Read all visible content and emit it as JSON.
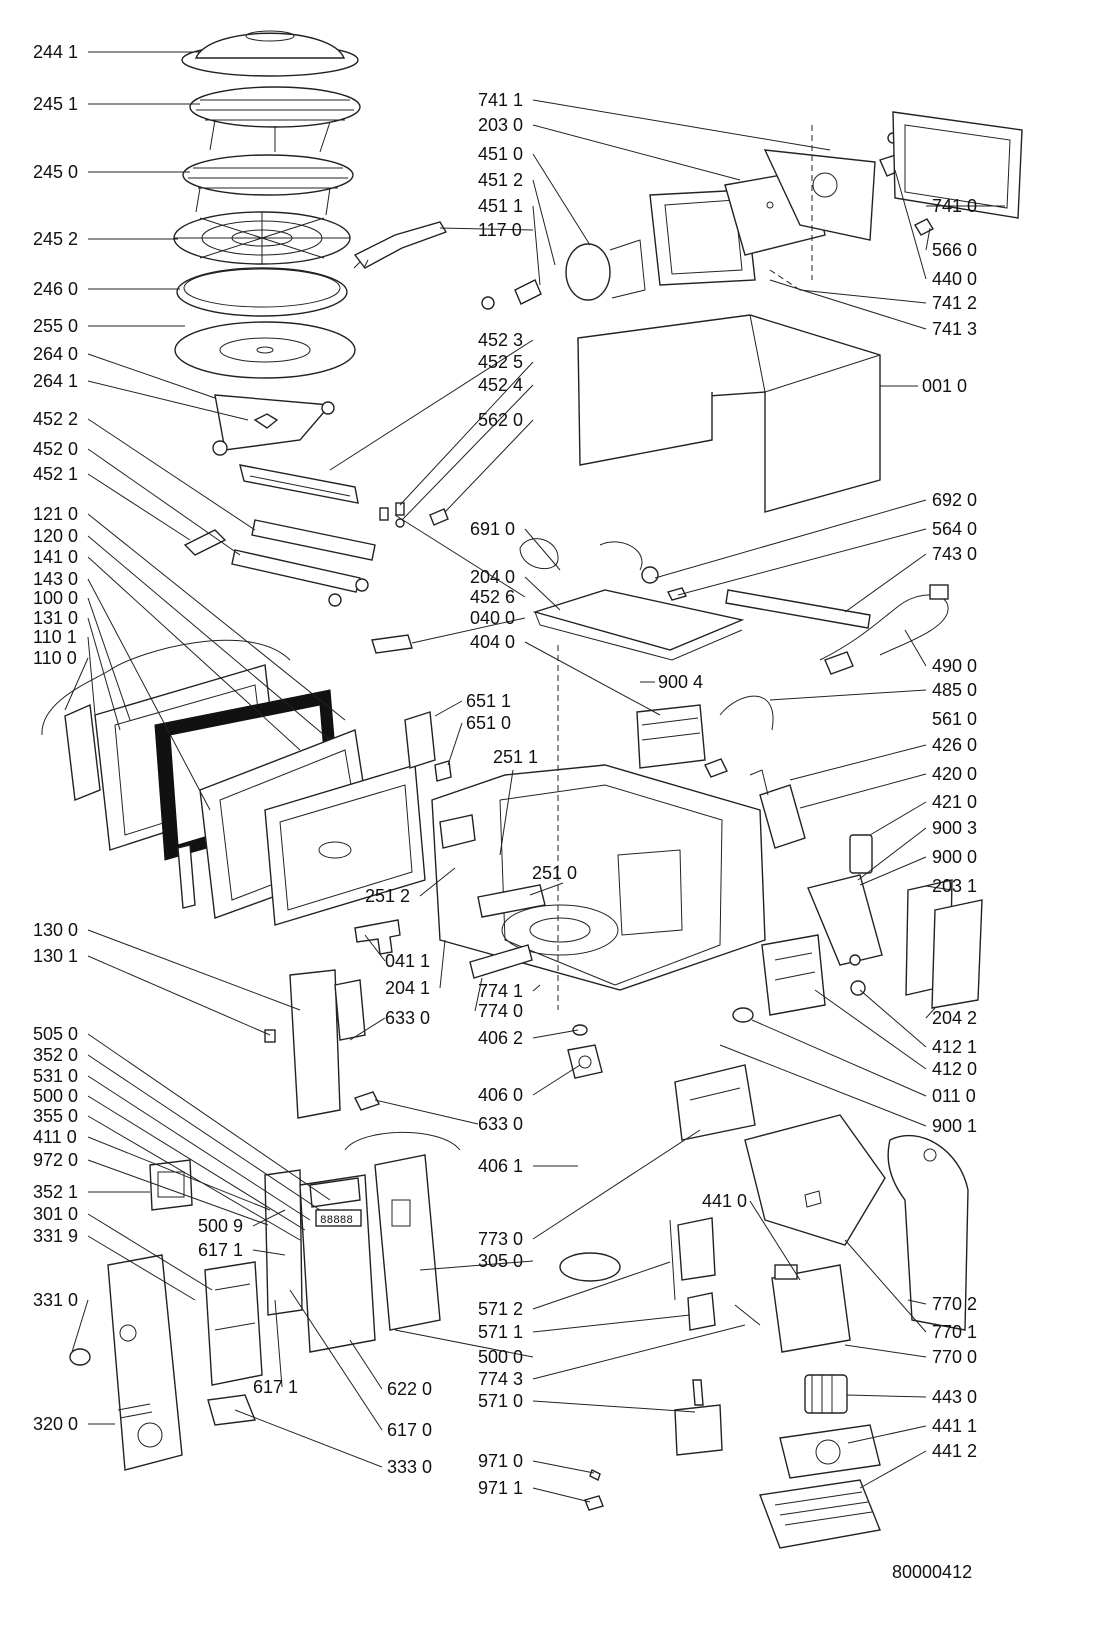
{
  "drawing_number": "80000412",
  "callouts": [
    {
      "id": "c2441",
      "text": "244 1"
    },
    {
      "id": "c2451",
      "text": "245 1"
    },
    {
      "id": "c2450",
      "text": "245 0"
    },
    {
      "id": "c2452",
      "text": "245 2"
    },
    {
      "id": "c2460",
      "text": "246 0"
    },
    {
      "id": "c2550",
      "text": "255 0"
    },
    {
      "id": "c2640",
      "text": "264 0"
    },
    {
      "id": "c2641",
      "text": "264 1"
    },
    {
      "id": "c4522",
      "text": "452 2"
    },
    {
      "id": "c4520",
      "text": "452 0"
    },
    {
      "id": "c4521",
      "text": "452 1"
    },
    {
      "id": "c1210",
      "text": "121 0"
    },
    {
      "id": "c1200",
      "text": "120 0"
    },
    {
      "id": "c1410",
      "text": "141 0"
    },
    {
      "id": "c1430",
      "text": "143 0"
    },
    {
      "id": "c1000",
      "text": "100 0"
    },
    {
      "id": "c1310",
      "text": "131 0"
    },
    {
      "id": "c1101",
      "text": "110 1"
    },
    {
      "id": "c1100",
      "text": "110 0"
    },
    {
      "id": "c1300",
      "text": "130 0"
    },
    {
      "id": "c1301",
      "text": "130 1"
    },
    {
      "id": "c5050",
      "text": "505 0"
    },
    {
      "id": "c3520",
      "text": "352 0"
    },
    {
      "id": "c5310",
      "text": "531 0"
    },
    {
      "id": "c5000a",
      "text": "500 0"
    },
    {
      "id": "c3550",
      "text": "355 0"
    },
    {
      "id": "c4110",
      "text": "411 0"
    },
    {
      "id": "c9720",
      "text": "972 0"
    },
    {
      "id": "c3521",
      "text": "352 1"
    },
    {
      "id": "c3010",
      "text": "301 0"
    },
    {
      "id": "c3319",
      "text": "331 9"
    },
    {
      "id": "c3310",
      "text": "331 0"
    },
    {
      "id": "c3200",
      "text": "320 0"
    },
    {
      "id": "c7411",
      "text": "741 1"
    },
    {
      "id": "c2030",
      "text": "203 0"
    },
    {
      "id": "c4510",
      "text": "451 0"
    },
    {
      "id": "c4512",
      "text": "451 2"
    },
    {
      "id": "c4511",
      "text": "451 1"
    },
    {
      "id": "c1170",
      "text": "117 0"
    },
    {
      "id": "c7410",
      "text": "741 0"
    },
    {
      "id": "c5660",
      "text": "566 0"
    },
    {
      "id": "c4400",
      "text": "440 0"
    },
    {
      "id": "c7412",
      "text": "741 2"
    },
    {
      "id": "c7413",
      "text": "741 3"
    },
    {
      "id": "c0010",
      "text": "001 0"
    },
    {
      "id": "c4523",
      "text": "452 3"
    },
    {
      "id": "c4525",
      "text": "452 5"
    },
    {
      "id": "c4524",
      "text": "452 4"
    },
    {
      "id": "c5620",
      "text": "562 0"
    },
    {
      "id": "c6920",
      "text": "692 0"
    },
    {
      "id": "c5640",
      "text": "564 0"
    },
    {
      "id": "c7430",
      "text": "743 0"
    },
    {
      "id": "c6910",
      "text": "691 0"
    },
    {
      "id": "c2040",
      "text": "204 0"
    },
    {
      "id": "c4526",
      "text": "452 6"
    },
    {
      "id": "c0400",
      "text": "040 0"
    },
    {
      "id": "c4040",
      "text": "404 0"
    },
    {
      "id": "c4900",
      "text": "490 0"
    },
    {
      "id": "c9004",
      "text": "900 4"
    },
    {
      "id": "c4850",
      "text": "485 0"
    },
    {
      "id": "c6511",
      "text": "651 1"
    },
    {
      "id": "c6510",
      "text": "651 0"
    },
    {
      "id": "c5610",
      "text": "561 0"
    },
    {
      "id": "c2511",
      "text": "251 1"
    },
    {
      "id": "c4260",
      "text": "426 0"
    },
    {
      "id": "c4200",
      "text": "420 0"
    },
    {
      "id": "c4210",
      "text": "421 0"
    },
    {
      "id": "c9003",
      "text": "900 3"
    },
    {
      "id": "c2510",
      "text": "251 0"
    },
    {
      "id": "c9000",
      "text": "900 0"
    },
    {
      "id": "c2512",
      "text": "251 2"
    },
    {
      "id": "c2031",
      "text": "203 1"
    },
    {
      "id": "c0411",
      "text": "041 1"
    },
    {
      "id": "c2041",
      "text": "204 1"
    },
    {
      "id": "c7741",
      "text": "774 1"
    },
    {
      "id": "c7740",
      "text": "774 0"
    },
    {
      "id": "c2042",
      "text": "204 2"
    },
    {
      "id": "c4121",
      "text": "412 1"
    },
    {
      "id": "c4120",
      "text": "412 0"
    },
    {
      "id": "c6330a",
      "text": "633 0"
    },
    {
      "id": "c4062",
      "text": "406 2"
    },
    {
      "id": "c0110",
      "text": "011 0"
    },
    {
      "id": "c4060",
      "text": "406 0"
    },
    {
      "id": "c6330b",
      "text": "633 0"
    },
    {
      "id": "c9001",
      "text": "900 1"
    },
    {
      "id": "c4061",
      "text": "406 1"
    },
    {
      "id": "c5009",
      "text": "500 9"
    },
    {
      "id": "c6171a",
      "text": "617 1"
    },
    {
      "id": "c4410",
      "text": "441 0"
    },
    {
      "id": "c7730",
      "text": "773 0"
    },
    {
      "id": "c3050",
      "text": "305 0"
    },
    {
      "id": "c5712",
      "text": "571 2"
    },
    {
      "id": "c7702",
      "text": "770 2"
    },
    {
      "id": "c5711",
      "text": "571 1"
    },
    {
      "id": "c7701",
      "text": "770 1"
    },
    {
      "id": "c5000b",
      "text": "500 0"
    },
    {
      "id": "c7700",
      "text": "770 0"
    },
    {
      "id": "c7743",
      "text": "774 3"
    },
    {
      "id": "c6171b",
      "text": "617 1"
    },
    {
      "id": "c6220",
      "text": "622 0"
    },
    {
      "id": "c4430",
      "text": "443 0"
    },
    {
      "id": "c5710",
      "text": "571 0"
    },
    {
      "id": "c4411",
      "text": "441 1"
    },
    {
      "id": "c6170",
      "text": "617 0"
    },
    {
      "id": "c4412",
      "text": "441 2"
    },
    {
      "id": "c3330",
      "text": "333 0"
    },
    {
      "id": "c9710",
      "text": "971 0"
    },
    {
      "id": "c9711",
      "text": "971 1"
    }
  ],
  "display_digits": "88888"
}
